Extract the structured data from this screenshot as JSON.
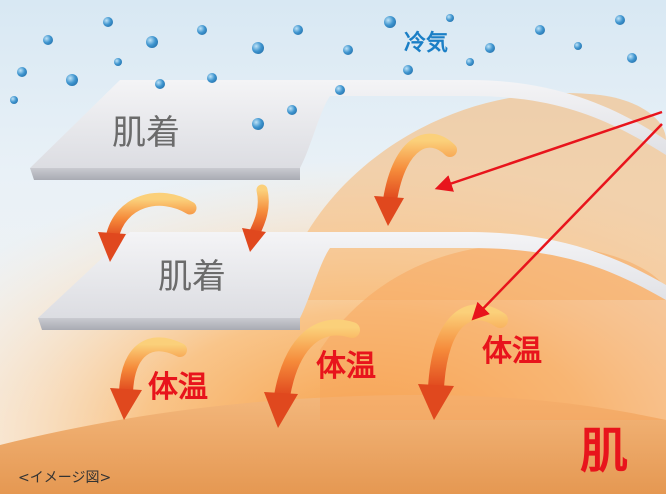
{
  "labels": {
    "cold_air": "冷気",
    "underwear_outer": "肌着",
    "underwear_inner": "肌着",
    "body_heat_1": "体温",
    "body_heat_2": "体温",
    "body_heat_3": "体温",
    "skin": "肌",
    "caption": "<イメージ図>"
  },
  "colors": {
    "cold_text": "#1b7fc6",
    "heat_text": "#e8141c",
    "layer_text": "#6b6b6b",
    "pointer_line": "#e8141c",
    "droplet": "#3f95cf"
  },
  "icons": [
    "heat-arrow-icon",
    "pointer-arrow-icon",
    "cold-droplet-icon"
  ]
}
